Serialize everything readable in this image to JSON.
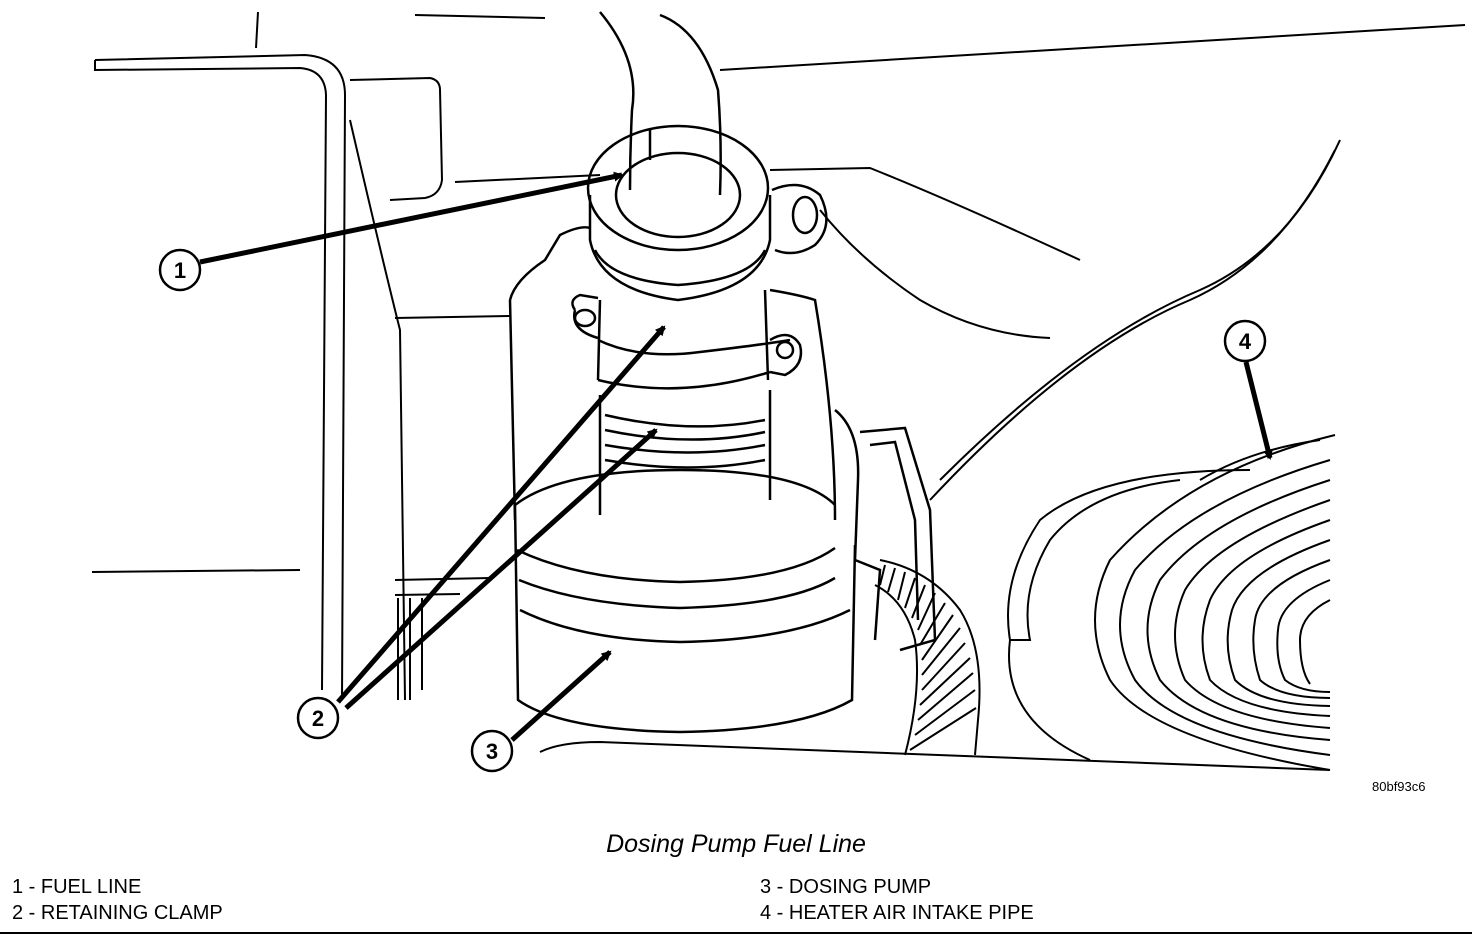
{
  "figure": {
    "reference_code": "80bf93c6",
    "callouts": [
      {
        "number": "1"
      },
      {
        "number": "2"
      },
      {
        "number": "3"
      },
      {
        "number": "4"
      }
    ]
  },
  "caption": "Dosing Pump Fuel Line",
  "legend": {
    "left": [
      {
        "text": "1 - FUEL LINE"
      },
      {
        "text": "2 - RETAINING CLAMP"
      }
    ],
    "right": [
      {
        "text": "3 - DOSING PUMP"
      },
      {
        "text": "4 - HEATER AIR INTAKE PIPE"
      }
    ]
  }
}
